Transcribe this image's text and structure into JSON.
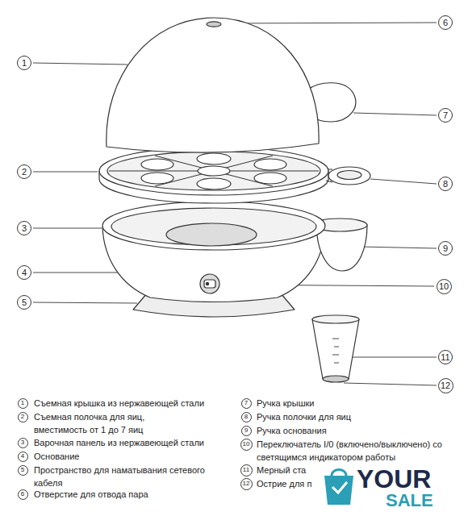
{
  "diagram": {
    "nodes": [
      {
        "text": [
          "6"
        ]
      },
      {
        "text": [
          "1"
        ]
      },
      {
        "text": [
          "7"
        ]
      },
      {
        "text": [
          "2"
        ]
      },
      {
        "text": [
          "8"
        ]
      },
      {
        "text": [
          "3"
        ]
      },
      {
        "text": [
          "9"
        ]
      },
      {
        "text": [
          "4"
        ]
      },
      {
        "text": [
          "10"
        ]
      },
      {
        "text": [
          "5"
        ]
      },
      {
        "text": [
          "11"
        ]
      },
      {
        "text": [
          "12"
        ]
      },
      {
        "text": [
          "1"
        ]
      },
      {
        "text": [
          "2"
        ]
      },
      {
        "text": [
          "3"
        ]
      },
      {
        "text": [
          "4"
        ]
      },
      {
        "text": [
          "5"
        ]
      },
      {
        "text": [
          "6"
        ]
      },
      {
        "text": [
          "7"
        ]
      },
      {
        "text": [
          "8"
        ]
      },
      {
        "text": [
          "9"
        ]
      },
      {
        "text": [
          "10"
        ]
      },
      {
        "text": [
          "11"
        ]
      },
      {
        "text": [
          "12"
        ]
      }
    ],
    "labels": [
      "Съемная крышка из нержавеющей стали",
      "Съемная полочка для яиц, вместимость от 1 до 7 яиц",
      "Варочная панель из нержавеющей стали",
      "Основание",
      "Пространство для наматывания сетевого кабеля",
      "Отверстие для отвода пара",
      "Ручка крышки",
      "Ручка полочки для яиц",
      "Ручка основания",
      "Переключатель I/0 (включено/выключено) со светящимся индикатором работы",
      "Мерный ста",
      "Острие для п",
      "YOUR",
      "SALE"
    ]
  }
}
